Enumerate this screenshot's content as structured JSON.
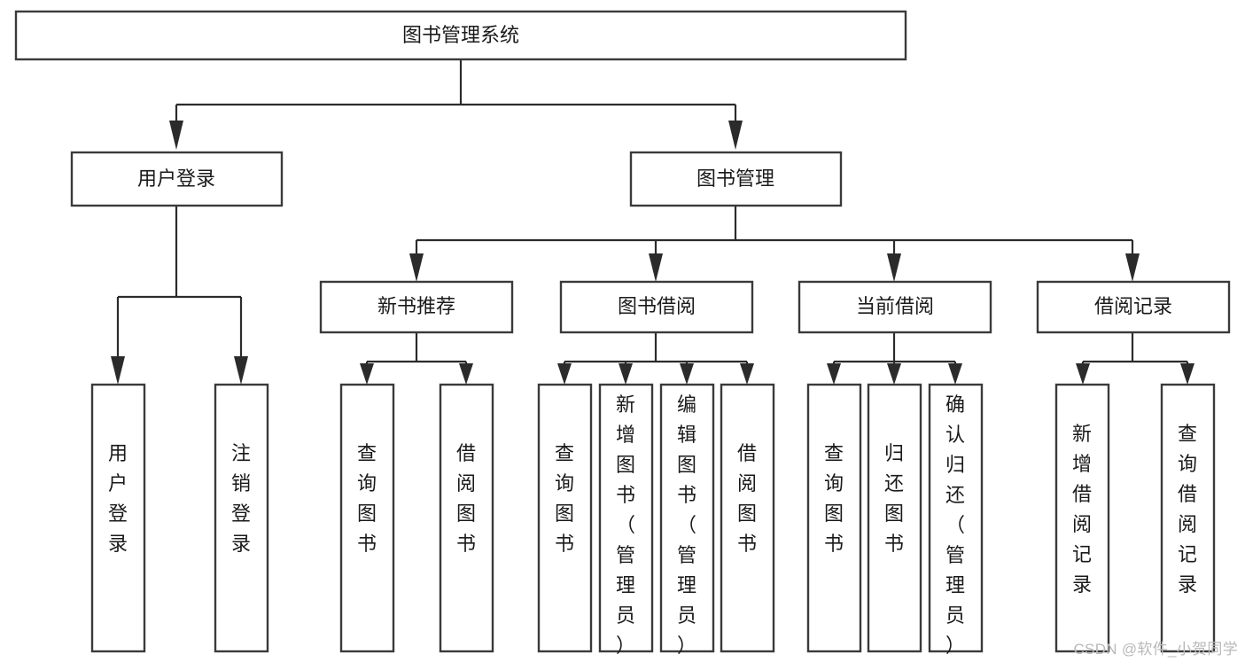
{
  "diagram": {
    "type": "tree-hierarchy-chart",
    "title": "图书管理系统",
    "watermark": "CSDN @软件_小贺同学",
    "colors": {
      "box_stroke": "#3a3a3a",
      "box_fill": "#ffffff",
      "connector": "#2b2b2b",
      "text": "#1a1a1a",
      "watermark": "#b9b9b9",
      "background": "#ffffff"
    },
    "levels": [
      {
        "level": 0,
        "nodes": [
          {
            "id": "root",
            "label": "图书管理系统",
            "orientation": "horizontal"
          }
        ]
      },
      {
        "level": 1,
        "nodes": [
          {
            "id": "user-login",
            "label": "用户登录",
            "orientation": "horizontal",
            "parent": "root"
          },
          {
            "id": "book-manage",
            "label": "图书管理",
            "orientation": "horizontal",
            "parent": "root"
          }
        ]
      },
      {
        "level": 2,
        "nodes": [
          {
            "id": "new-book-rec",
            "label": "新书推荐",
            "orientation": "horizontal",
            "parent": "book-manage"
          },
          {
            "id": "book-borrow",
            "label": "图书借阅",
            "orientation": "horizontal",
            "parent": "book-manage"
          },
          {
            "id": "current-borrow",
            "label": "当前借阅",
            "orientation": "horizontal",
            "parent": "book-manage"
          },
          {
            "id": "borrow-record",
            "label": "借阅记录",
            "orientation": "horizontal",
            "parent": "book-manage"
          }
        ]
      },
      {
        "level": 3,
        "nodes": [
          {
            "id": "leaf-user-login",
            "label": "用户登录",
            "orientation": "vertical",
            "parent": "user-login"
          },
          {
            "id": "leaf-logout",
            "label": "注销登录",
            "orientation": "vertical",
            "parent": "user-login"
          },
          {
            "id": "leaf-query-book-1",
            "label": "查询图书",
            "orientation": "vertical",
            "parent": "new-book-rec"
          },
          {
            "id": "leaf-borrow-book-1",
            "label": "借阅图书",
            "orientation": "vertical",
            "parent": "new-book-rec"
          },
          {
            "id": "leaf-query-book-2",
            "label": "查询图书",
            "orientation": "vertical",
            "parent": "book-borrow"
          },
          {
            "id": "leaf-add-book",
            "label": "新增图书（管理员）",
            "orientation": "vertical",
            "parent": "book-borrow"
          },
          {
            "id": "leaf-edit-book",
            "label": "编辑图书（管理员）",
            "orientation": "vertical",
            "parent": "book-borrow"
          },
          {
            "id": "leaf-borrow-book-2",
            "label": "借阅图书",
            "orientation": "vertical",
            "parent": "book-borrow"
          },
          {
            "id": "leaf-query-book-3",
            "label": "查询图书",
            "orientation": "vertical",
            "parent": "current-borrow"
          },
          {
            "id": "leaf-return-book",
            "label": "归还图书",
            "orientation": "vertical",
            "parent": "current-borrow"
          },
          {
            "id": "leaf-confirm-return",
            "label": "确认归还（管理员）",
            "orientation": "vertical",
            "parent": "current-borrow"
          },
          {
            "id": "leaf-add-record",
            "label": "新增借阅记录",
            "orientation": "vertical",
            "parent": "borrow-record"
          },
          {
            "id": "leaf-query-record",
            "label": "查询借阅记录",
            "orientation": "vertical",
            "parent": "borrow-record"
          }
        ]
      }
    ]
  }
}
